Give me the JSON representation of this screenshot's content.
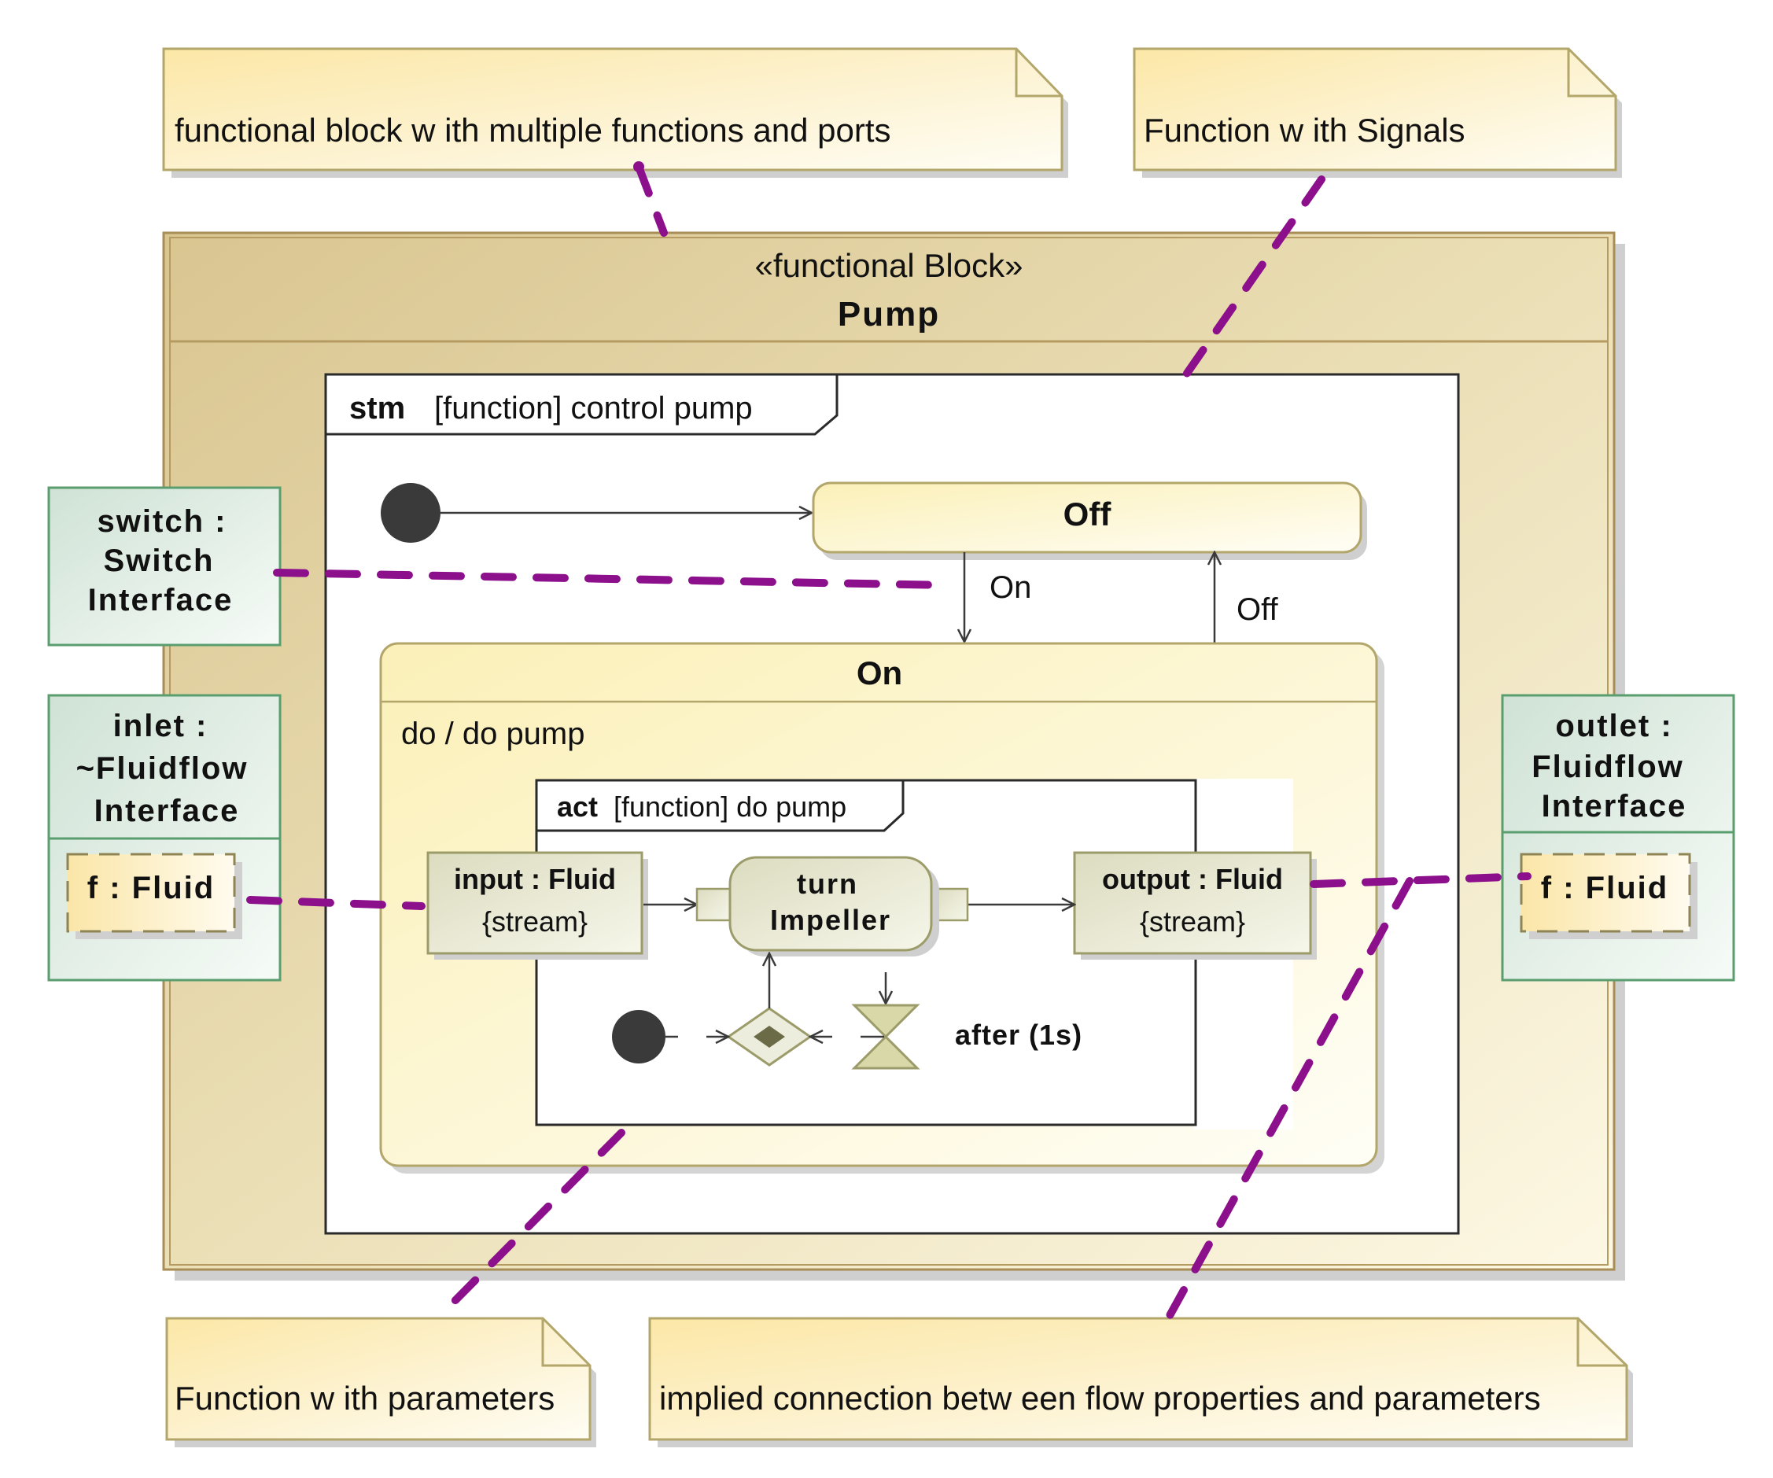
{
  "notes": {
    "multi_function": "functional block w ith multiple functions and ports",
    "signals": "Function w ith Signals",
    "parameters": "Function w ith parameters",
    "implied": "implied connection betw een flow  properties and parameters"
  },
  "block": {
    "stereotype": "«functional Block»",
    "name": "Pump"
  },
  "stm": {
    "keyword": "stm",
    "label": "[function]  control pump",
    "state_off": "Off",
    "state_on": "On",
    "trigger_on": "On",
    "trigger_off": "Off",
    "do_activity": "do /  do pump"
  },
  "act": {
    "keyword": "act",
    "label": "[function]  do pump",
    "input_pin": {
      "name": "input : Fluid",
      "stereo": "{stream}"
    },
    "action_line1": "turn",
    "action_line2": "Impeller",
    "output_pin": {
      "name": "output : Fluid",
      "stereo": "{stream}"
    },
    "timer": "after (1s)"
  },
  "ports": {
    "switch": [
      "switch :",
      "Switch",
      "Interface"
    ],
    "inlet": [
      "inlet :",
      "~Fluidflow",
      "Interface"
    ],
    "inlet_part": "f : Fluid",
    "outlet": [
      "outlet :",
      "Fluidflow",
      "Interface"
    ],
    "outlet_part": "f : Fluid"
  },
  "colors": {
    "note_fill": "#fdf3cf",
    "block_fill": "#e8d9ad",
    "state_fill": "#fdf8d6",
    "port_fill": "#e3eee6",
    "port_border": "#5a9e6f",
    "connector": "#8c0f8c",
    "dark": "#3a3a3a"
  }
}
